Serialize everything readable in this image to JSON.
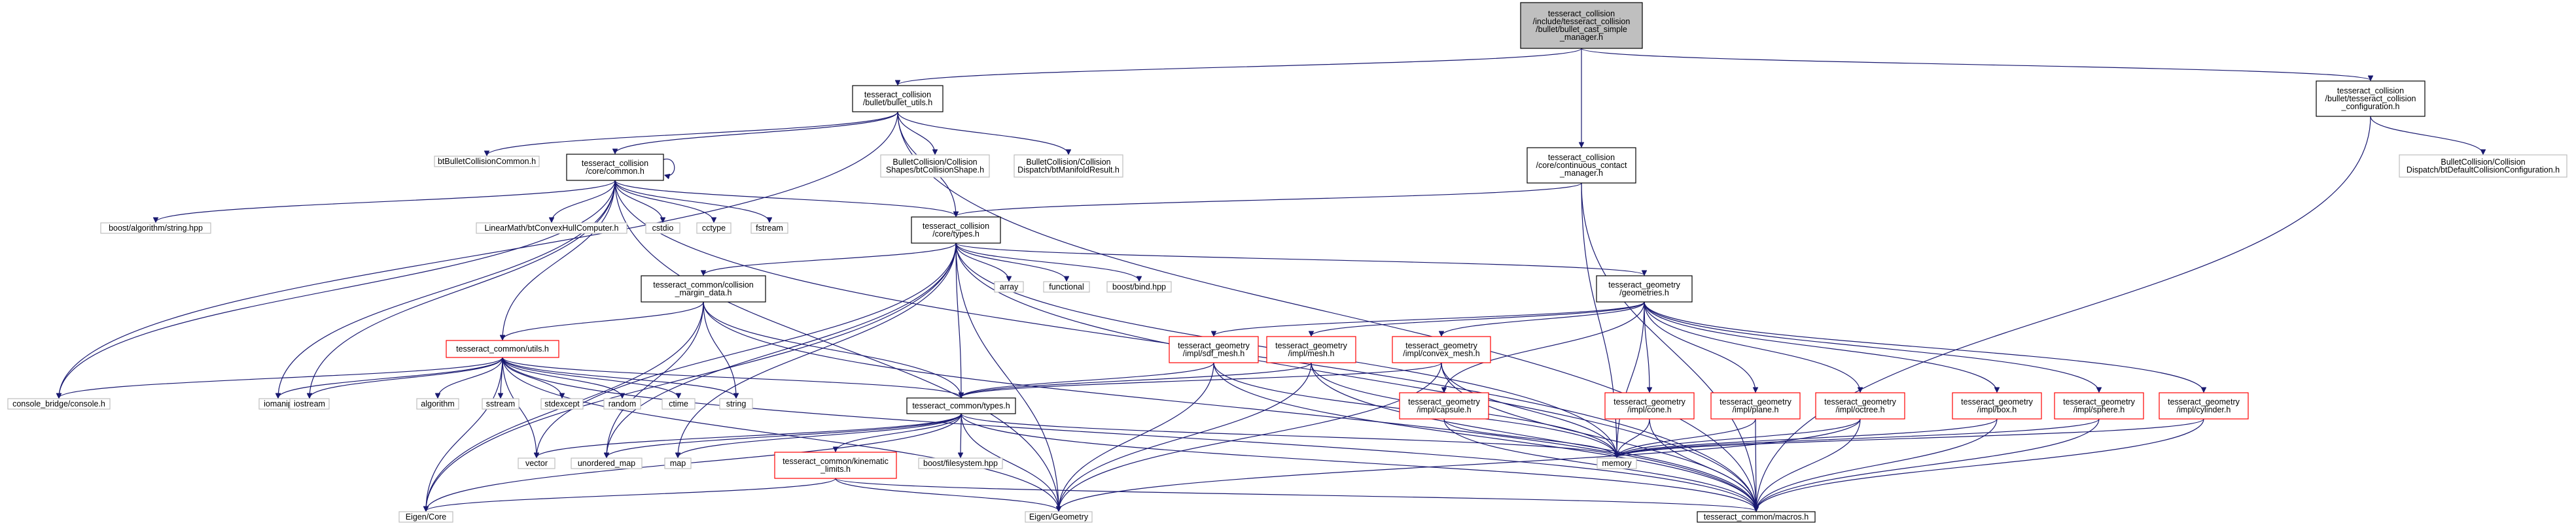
{
  "diagram": {
    "type": "include-dependency-graph",
    "colors": {
      "edge": "#191970",
      "root_fill": "#bfbfbf",
      "node_border_default": "#000000",
      "node_border_red": "#ff0000",
      "node_border_grey": "#bfbfbf"
    },
    "nodes": [
      {
        "id": "root",
        "lines": [
          "tesseract_collision",
          "/include/tesseract_collision",
          "/bullet/bullet_cast_simple",
          "_manager.h"
        ],
        "style": "root"
      },
      {
        "id": "bullet_utils",
        "lines": [
          "tesseract_collision",
          "/bullet/bullet_utils.h"
        ],
        "style": "normal"
      },
      {
        "id": "continuous_contact",
        "lines": [
          "tesseract_collision",
          "/core/continuous_contact",
          "_manager.h"
        ],
        "style": "normal"
      },
      {
        "id": "bt_config",
        "lines": [
          "tesseract_collision",
          "/bullet/tesseract_collision",
          "_configuration.h"
        ],
        "style": "normal"
      },
      {
        "id": "btBulletCollisionCommon",
        "lines": [
          "btBulletCollisionCommon.h"
        ],
        "style": "grey"
      },
      {
        "id": "core_common",
        "lines": [
          "tesseract_collision",
          "/core/common.h"
        ],
        "style": "normal"
      },
      {
        "id": "btCollisionShape",
        "lines": [
          "BulletCollision/Collision",
          "Shapes/btCollisionShape.h"
        ],
        "style": "grey"
      },
      {
        "id": "btManifoldResult",
        "lines": [
          "BulletCollision/Collision",
          "Dispatch/btManifoldResult.h"
        ],
        "style": "grey"
      },
      {
        "id": "btDefaultCollisionConfiguration",
        "lines": [
          "BulletCollision/Collision",
          "Dispatch/btDefaultCollisionConfiguration.h"
        ],
        "style": "grey"
      },
      {
        "id": "boost_algorithm_string",
        "lines": [
          "boost/algorithm/string.hpp"
        ],
        "style": "grey"
      },
      {
        "id": "btConvexHullComputer",
        "lines": [
          "LinearMath/btConvexHullComputer.h"
        ],
        "style": "grey"
      },
      {
        "id": "cstdio",
        "lines": [
          "cstdio"
        ],
        "style": "grey"
      },
      {
        "id": "cctype",
        "lines": [
          "cctype"
        ],
        "style": "grey"
      },
      {
        "id": "fstream",
        "lines": [
          "fstream"
        ],
        "style": "grey"
      },
      {
        "id": "core_types",
        "lines": [
          "tesseract_collision",
          "/core/types.h"
        ],
        "style": "normal"
      },
      {
        "id": "array",
        "lines": [
          "array"
        ],
        "style": "grey"
      },
      {
        "id": "functional",
        "lines": [
          "functional"
        ],
        "style": "grey"
      },
      {
        "id": "boost_bind",
        "lines": [
          "boost/bind.hpp"
        ],
        "style": "grey"
      },
      {
        "id": "margin_data",
        "lines": [
          "tesseract_common/collision",
          "_margin_data.h"
        ],
        "style": "normal"
      },
      {
        "id": "geometries",
        "lines": [
          "tesseract_geometry",
          "/geometries.h"
        ],
        "style": "normal"
      },
      {
        "id": "common_utils",
        "lines": [
          "tesseract_common/utils.h"
        ],
        "style": "red"
      },
      {
        "id": "sdf_mesh",
        "lines": [
          "tesseract_geometry",
          "/impl/sdf_mesh.h"
        ],
        "style": "red"
      },
      {
        "id": "impl_mesh",
        "lines": [
          "tesseract_geometry",
          "/impl/mesh.h"
        ],
        "style": "red"
      },
      {
        "id": "convex_mesh",
        "lines": [
          "tesseract_geometry",
          "/impl/convex_mesh.h"
        ],
        "style": "red"
      },
      {
        "id": "console",
        "lines": [
          "console_bridge/console.h"
        ],
        "style": "grey"
      },
      {
        "id": "iomanip",
        "lines": [
          "iomanip"
        ],
        "style": "grey"
      },
      {
        "id": "iostream",
        "lines": [
          "iostream"
        ],
        "style": "grey"
      },
      {
        "id": "algorithm",
        "lines": [
          "algorithm"
        ],
        "style": "grey"
      },
      {
        "id": "sstream",
        "lines": [
          "sstream"
        ],
        "style": "grey"
      },
      {
        "id": "stdexcept",
        "lines": [
          "stdexcept"
        ],
        "style": "grey"
      },
      {
        "id": "random",
        "lines": [
          "random"
        ],
        "style": "grey"
      },
      {
        "id": "ctime",
        "lines": [
          "ctime"
        ],
        "style": "grey"
      },
      {
        "id": "string",
        "lines": [
          "string"
        ],
        "style": "grey"
      },
      {
        "id": "common_types",
        "lines": [
          "tesseract_common/types.h"
        ],
        "style": "normal"
      },
      {
        "id": "capsule",
        "lines": [
          "tesseract_geometry",
          "/impl/capsule.h"
        ],
        "style": "red"
      },
      {
        "id": "cone",
        "lines": [
          "tesseract_geometry",
          "/impl/cone.h"
        ],
        "style": "red"
      },
      {
        "id": "plane",
        "lines": [
          "tesseract_geometry",
          "/impl/plane.h"
        ],
        "style": "red"
      },
      {
        "id": "octree",
        "lines": [
          "tesseract_geometry",
          "/impl/octree.h"
        ],
        "style": "red"
      },
      {
        "id": "box",
        "lines": [
          "tesseract_geometry",
          "/impl/box.h"
        ],
        "style": "red"
      },
      {
        "id": "sphere",
        "lines": [
          "tesseract_geometry",
          "/impl/sphere.h"
        ],
        "style": "red"
      },
      {
        "id": "cylinder",
        "lines": [
          "tesseract_geometry",
          "/impl/cylinder.h"
        ],
        "style": "red"
      },
      {
        "id": "vector",
        "lines": [
          "vector"
        ],
        "style": "grey"
      },
      {
        "id": "unordered_map",
        "lines": [
          "unordered_map"
        ],
        "style": "grey"
      },
      {
        "id": "map",
        "lines": [
          "map"
        ],
        "style": "grey"
      },
      {
        "id": "kinematic_limits",
        "lines": [
          "tesseract_common/kinematic",
          "_limits.h"
        ],
        "style": "red"
      },
      {
        "id": "boost_filesystem",
        "lines": [
          "boost/filesystem.hpp"
        ],
        "style": "grey"
      },
      {
        "id": "memory",
        "lines": [
          "memory"
        ],
        "style": "grey"
      },
      {
        "id": "eigen_core",
        "lines": [
          "Eigen/Core"
        ],
        "style": "grey"
      },
      {
        "id": "eigen_geometry",
        "lines": [
          "Eigen/Geometry"
        ],
        "style": "grey"
      },
      {
        "id": "macros",
        "lines": [
          "tesseract_common/macros.h"
        ],
        "style": "normal"
      }
    ],
    "edges": [
      [
        "root",
        "bullet_utils"
      ],
      [
        "root",
        "continuous_contact"
      ],
      [
        "root",
        "bt_config"
      ],
      [
        "bullet_utils",
        "btBulletCollisionCommon"
      ],
      [
        "bullet_utils",
        "core_common"
      ],
      [
        "bullet_utils",
        "btCollisionShape"
      ],
      [
        "bullet_utils",
        "btManifoldResult"
      ],
      [
        "bullet_utils",
        "console"
      ],
      [
        "bullet_utils",
        "core_types"
      ],
      [
        "bullet_utils",
        "macros"
      ],
      [
        "continuous_contact",
        "core_types"
      ],
      [
        "continuous_contact",
        "memory"
      ],
      [
        "continuous_contact",
        "macros"
      ],
      [
        "bt_config",
        "btDefaultCollisionConfiguration"
      ],
      [
        "bt_config",
        "macros"
      ],
      [
        "core_common",
        "core_common"
      ],
      [
        "core_common",
        "boost_algorithm_string"
      ],
      [
        "core_common",
        "btConvexHullComputer"
      ],
      [
        "core_common",
        "cstdio"
      ],
      [
        "core_common",
        "cctype"
      ],
      [
        "core_common",
        "fstream"
      ],
      [
        "core_common",
        "core_types"
      ],
      [
        "core_common",
        "common_utils"
      ],
      [
        "core_common",
        "console"
      ],
      [
        "core_common",
        "iomanip"
      ],
      [
        "core_common",
        "iostream"
      ],
      [
        "core_common",
        "eigen_geometry"
      ],
      [
        "core_common",
        "macros"
      ],
      [
        "core_types",
        "array"
      ],
      [
        "core_types",
        "functional"
      ],
      [
        "core_types",
        "boost_bind"
      ],
      [
        "core_types",
        "margin_data"
      ],
      [
        "core_types",
        "geometries"
      ],
      [
        "core_types",
        "common_types"
      ],
      [
        "core_types",
        "vector"
      ],
      [
        "core_types",
        "unordered_map"
      ],
      [
        "core_types",
        "map"
      ],
      [
        "core_types",
        "memory"
      ],
      [
        "core_types",
        "eigen_core"
      ],
      [
        "core_types",
        "eigen_geometry"
      ],
      [
        "core_types",
        "macros"
      ],
      [
        "margin_data",
        "common_utils"
      ],
      [
        "margin_data",
        "string"
      ],
      [
        "margin_data",
        "common_types"
      ],
      [
        "margin_data",
        "unordered_map"
      ],
      [
        "margin_data",
        "eigen_core"
      ],
      [
        "margin_data",
        "macros"
      ],
      [
        "common_utils",
        "console"
      ],
      [
        "common_utils",
        "iomanip"
      ],
      [
        "common_utils",
        "iostream"
      ],
      [
        "common_utils",
        "algorithm"
      ],
      [
        "common_utils",
        "sstream"
      ],
      [
        "common_utils",
        "stdexcept"
      ],
      [
        "common_utils",
        "random"
      ],
      [
        "common_utils",
        "ctime"
      ],
      [
        "common_utils",
        "string"
      ],
      [
        "common_utils",
        "common_types"
      ],
      [
        "common_utils",
        "vector"
      ],
      [
        "common_utils",
        "eigen_core"
      ],
      [
        "common_utils",
        "eigen_geometry"
      ],
      [
        "common_utils",
        "macros"
      ],
      [
        "geometries",
        "sdf_mesh"
      ],
      [
        "geometries",
        "impl_mesh"
      ],
      [
        "geometries",
        "convex_mesh"
      ],
      [
        "geometries",
        "capsule"
      ],
      [
        "geometries",
        "cone"
      ],
      [
        "geometries",
        "plane"
      ],
      [
        "geometries",
        "octree"
      ],
      [
        "geometries",
        "box"
      ],
      [
        "geometries",
        "sphere"
      ],
      [
        "geometries",
        "cylinder"
      ],
      [
        "geometries",
        "memory"
      ],
      [
        "sdf_mesh",
        "common_types"
      ],
      [
        "sdf_mesh",
        "eigen_geometry"
      ],
      [
        "sdf_mesh",
        "memory"
      ],
      [
        "sdf_mesh",
        "macros"
      ],
      [
        "impl_mesh",
        "common_types"
      ],
      [
        "impl_mesh",
        "eigen_geometry"
      ],
      [
        "impl_mesh",
        "memory"
      ],
      [
        "impl_mesh",
        "macros"
      ],
      [
        "convex_mesh",
        "common_types"
      ],
      [
        "convex_mesh",
        "eigen_geometry"
      ],
      [
        "convex_mesh",
        "memory"
      ],
      [
        "convex_mesh",
        "macros"
      ],
      [
        "capsule",
        "memory"
      ],
      [
        "capsule",
        "macros"
      ],
      [
        "cone",
        "memory"
      ],
      [
        "cone",
        "macros"
      ],
      [
        "plane",
        "memory"
      ],
      [
        "plane",
        "macros"
      ],
      [
        "octree",
        "memory"
      ],
      [
        "octree",
        "eigen_geometry"
      ],
      [
        "octree",
        "macros"
      ],
      [
        "box",
        "memory"
      ],
      [
        "box",
        "macros"
      ],
      [
        "sphere",
        "memory"
      ],
      [
        "sphere",
        "macros"
      ],
      [
        "cylinder",
        "memory"
      ],
      [
        "cylinder",
        "macros"
      ],
      [
        "common_types",
        "vector"
      ],
      [
        "common_types",
        "unordered_map"
      ],
      [
        "common_types",
        "map"
      ],
      [
        "common_types",
        "kinematic_limits"
      ],
      [
        "common_types",
        "boost_filesystem"
      ],
      [
        "common_types",
        "memory"
      ],
      [
        "common_types",
        "eigen_core"
      ],
      [
        "common_types",
        "eigen_geometry"
      ],
      [
        "common_types",
        "macros"
      ],
      [
        "kinematic_limits",
        "eigen_core"
      ],
      [
        "kinematic_limits",
        "eigen_geometry"
      ],
      [
        "kinematic_limits",
        "macros"
      ]
    ]
  }
}
